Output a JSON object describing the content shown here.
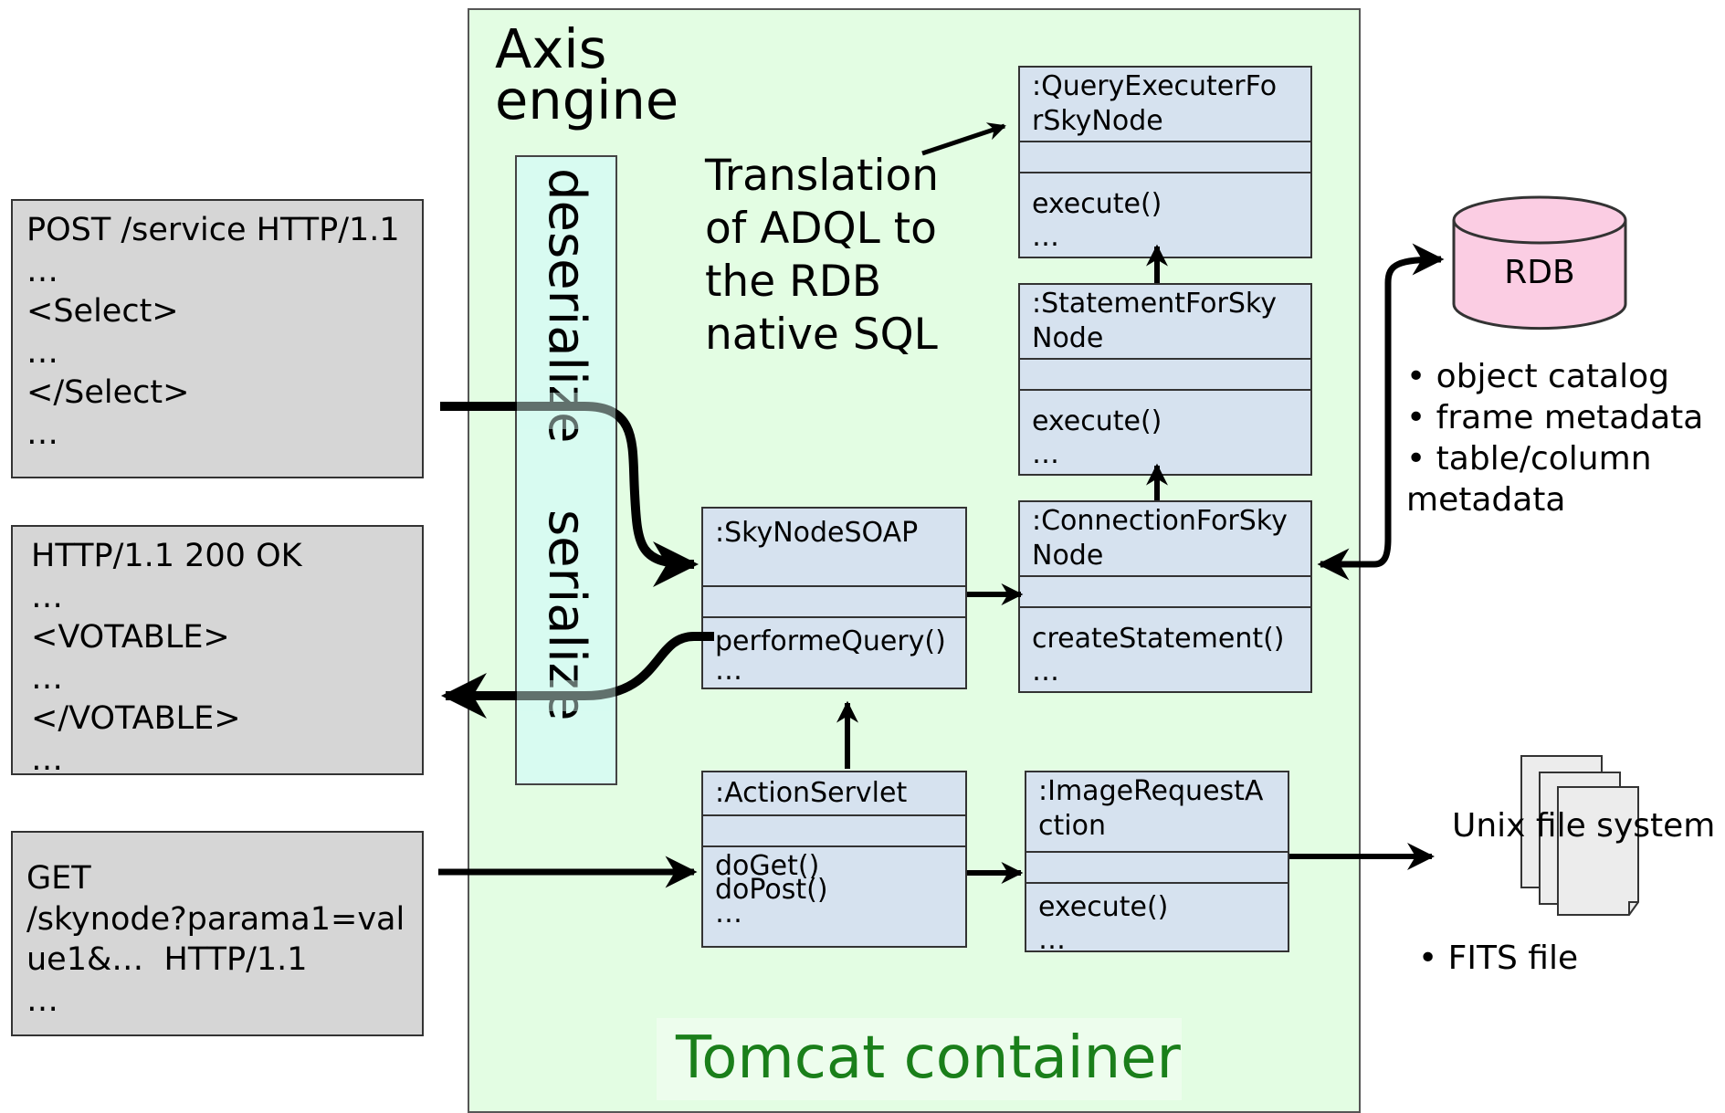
{
  "container": {
    "title": "Axis\nengine",
    "footer": "Tomcat container",
    "deserialize_label": "deserialize",
    "serialize_label": "serialize"
  },
  "messages": [
    {
      "text": "POST /service HTTP/1.1\n…\n<Select>\n…\n</Select>\n…"
    },
    {
      "text": "HTTP/1.1 200 OK\n…\n<VOTABLE>\n…\n</VOTABLE>\n…"
    },
    {
      "text": "GET\n/skynode?parama1=val\nue1&…  HTTP/1.1\n…"
    }
  ],
  "classes": {
    "query_executer": {
      "name": ":QueryExecuterFo\nrSkyNode",
      "ops": "execute()\n…"
    },
    "statement": {
      "name": ":StatementForSky\nNode",
      "ops": "execute()\n…"
    },
    "connection": {
      "name": ":ConnectionForSky\nNode",
      "ops": "createStatement()\n…"
    },
    "skynode_soap": {
      "name": ":SkyNodeSOAP",
      "ops": "performeQuery()\n…"
    },
    "action_servlet": {
      "name": ":ActionServlet",
      "ops": "doGet()\ndoPost()\n…"
    },
    "image_request": {
      "name": ":ImageRequestA\nction",
      "ops": "execute()\n…"
    }
  },
  "translation_note": "Translation\nof ADQL to\nthe RDB\nnative SQL",
  "rdb": {
    "label": "RDB",
    "items": [
      "• object catalog",
      "• frame metadata",
      "• table/column\nmetadata"
    ]
  },
  "filesystem": {
    "label": "Unix file system",
    "item": "• FITS file"
  },
  "colors": {
    "container_bg": "#e3fde3",
    "serialize_bar": "#d8fbf1",
    "class_box": "#d6e2ef",
    "message_box": "#d6d6d6",
    "rdb_cylinder": "#fbcde3",
    "footer_text": "#1a7f1a"
  }
}
